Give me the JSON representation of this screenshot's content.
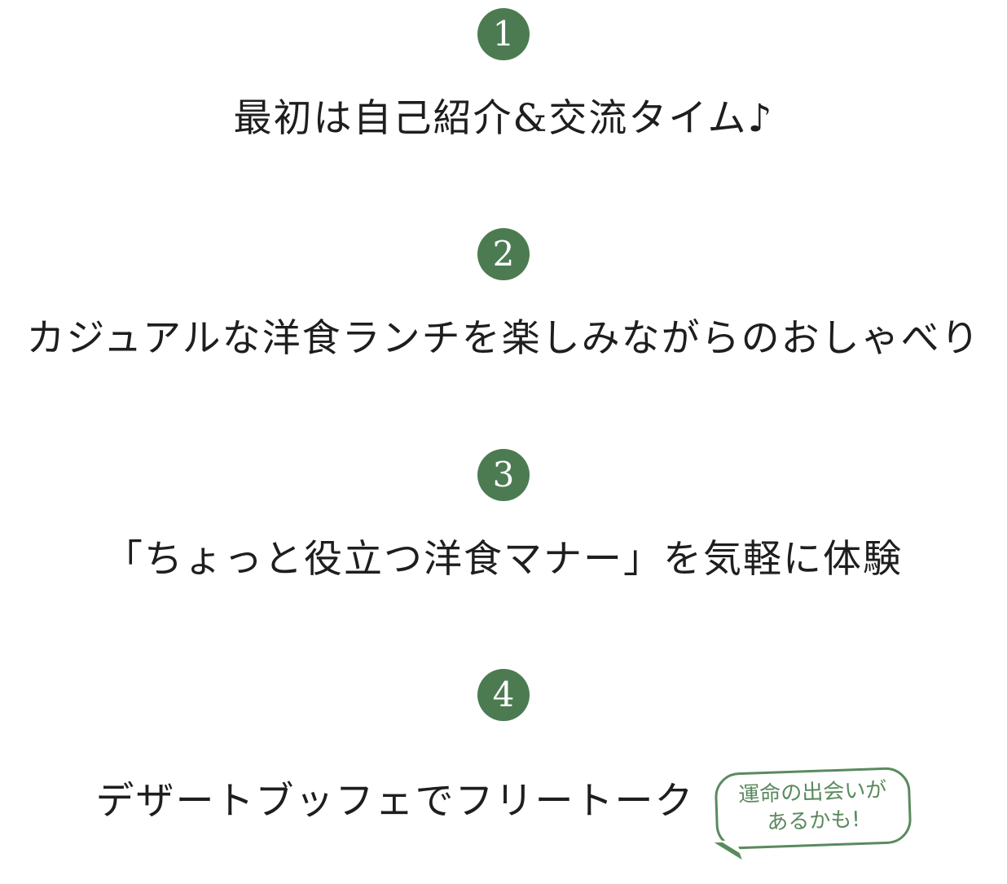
{
  "colors": {
    "accent_green": "#4c7b51",
    "bubble_green": "#5a8a5e",
    "text": "#1e1e1e",
    "background": "#ffffff"
  },
  "steps": [
    {
      "number": "1",
      "text": "最初は自己紹介&交流タイム♪"
    },
    {
      "number": "2",
      "text": "カジュアルな洋食ランチを楽しみながらのおしゃべり"
    },
    {
      "number": "3",
      "text": "「ちょっと役立つ洋食マナー」を気軽に体験"
    },
    {
      "number": "4",
      "text": "デザートブッフェでフリートーク"
    }
  ],
  "speech_bubble": {
    "line1": "運命の出会いが",
    "line2": "あるかも!"
  }
}
